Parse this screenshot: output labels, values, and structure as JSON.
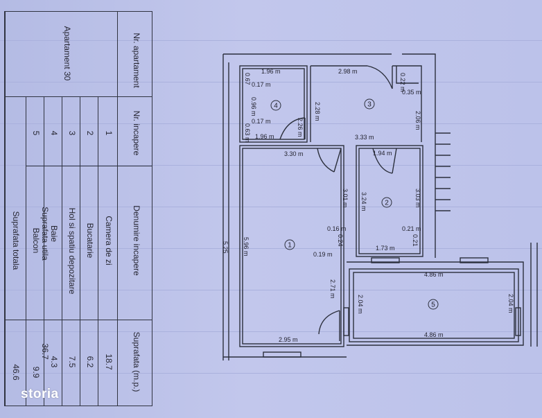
{
  "table": {
    "header_apartment": "Nr. apartament",
    "header_room": "Nr. incapere",
    "header_name": "Denumire incapere",
    "header_area": "Suprafata (m.p.)",
    "apartment": "Apartament 30",
    "rows": [
      {
        "nr": "1",
        "name": "Camera de zi",
        "area": "18.7"
      },
      {
        "nr": "2",
        "name": "Bucatarie",
        "area": "6.2"
      },
      {
        "nr": "3",
        "name": "Hol si spatiu depozitare",
        "area": "7.5"
      },
      {
        "nr": "4",
        "name": "Baie",
        "area": "4.3"
      },
      {
        "nr": "",
        "name": "Suprafata utila",
        "area": "36.7"
      },
      {
        "nr": "5",
        "name": "Balcon",
        "area": "9.9"
      },
      {
        "nr": "",
        "name": "Suprafata totala",
        "area": "46.6"
      }
    ]
  },
  "plan": {
    "rooms": [
      "1",
      "2",
      "3",
      "4",
      "5"
    ],
    "dims": {
      "bath_top": "1.96 m",
      "bath_bottom": "1.96 m",
      "bath_h": "2.26 m",
      "bath_067": "0.67",
      "bath_017a": "0.17 m",
      "bath_096": "0.96 m",
      "bath_017b": "0.17 m",
      "bath_063": "0.63 m",
      "hall_228": "2.28 m",
      "hall_top": "2.98 m",
      "hall_022": "0.22 m",
      "hall_035": "0.35 m",
      "hall_206": "2.06 m",
      "hall_333": "3.33 m",
      "liv_top": "3.30 m",
      "liv_301": "3.01 m",
      "liv_596": "5.96 m",
      "liv_016": "0.16 m",
      "liv_024": "0.24",
      "liv_019": "0.19 m",
      "liv_271": "2.71 m",
      "liv_bottom": "2.95 m",
      "kit_top": "1.94 m",
      "kit_324": "3.24 m",
      "kit_303": "3.03 m",
      "kit_021a": "0.21 m",
      "kit_021b": "0.21",
      "kit_bottom": "1.73 m",
      "bal_top": "4.86 m",
      "bal_bottom": "4.86 m",
      "bal_left": "2.04 m",
      "bal_right": "2.04 m",
      "side_mark": "5.25"
    }
  },
  "brand": "storia"
}
